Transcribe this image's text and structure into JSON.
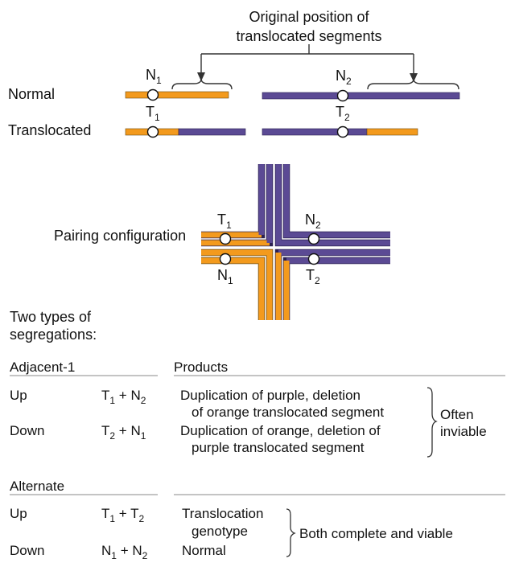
{
  "colors": {
    "orange": "#f39a1d",
    "purple": "#5b4a94",
    "line": "#333333",
    "rule": "#888888"
  },
  "header": {
    "original_line1": "Original position of",
    "original_line2": "translocated segments"
  },
  "rows": {
    "normal_label": "Normal",
    "translocated_label": "Translocated"
  },
  "markers": {
    "n1": {
      "letter": "N",
      "sub": "1"
    },
    "n2": {
      "letter": "N",
      "sub": "2"
    },
    "t1": {
      "letter": "T",
      "sub": "1"
    },
    "t2": {
      "letter": "T",
      "sub": "2"
    }
  },
  "pairing": {
    "label": "Pairing configuration",
    "t1": {
      "letter": "T",
      "sub": "1"
    },
    "n2": {
      "letter": "N",
      "sub": "2"
    },
    "n1": {
      "letter": "N",
      "sub": "1"
    },
    "t2": {
      "letter": "T",
      "sub": "2"
    }
  },
  "segregation": {
    "title_line1": "Two types of",
    "title_line2": "segregations:"
  },
  "adjacent": {
    "heading": "Adjacent-1",
    "products_heading": "Products",
    "up": {
      "label": "Up",
      "f1": "T",
      "s1": "1",
      "plus": " + ",
      "f2": "N",
      "s2": "2",
      "line1": "Duplication of purple, deletion",
      "line2": "of orange translocated segment"
    },
    "down": {
      "label": "Down",
      "f1": "T",
      "s1": "2",
      "plus": " + ",
      "f2": "N",
      "s2": "1",
      "line1": "Duplication of orange, deletion of",
      "line2": "purple translocated segment"
    },
    "verdict_line1": "Often",
    "verdict_line2": "inviable"
  },
  "alternate": {
    "heading": "Alternate",
    "up": {
      "label": "Up",
      "f1": "T",
      "s1": "1",
      "plus": " + ",
      "f2": "T",
      "s2": "2",
      "line1": "Translocation",
      "line2": "genotype"
    },
    "down": {
      "label": "Down",
      "f1": "N",
      "s1": "1",
      "plus": " + ",
      "f2": "N",
      "s2": "2",
      "line1": "Normal"
    },
    "verdict": "Both complete and viable"
  }
}
